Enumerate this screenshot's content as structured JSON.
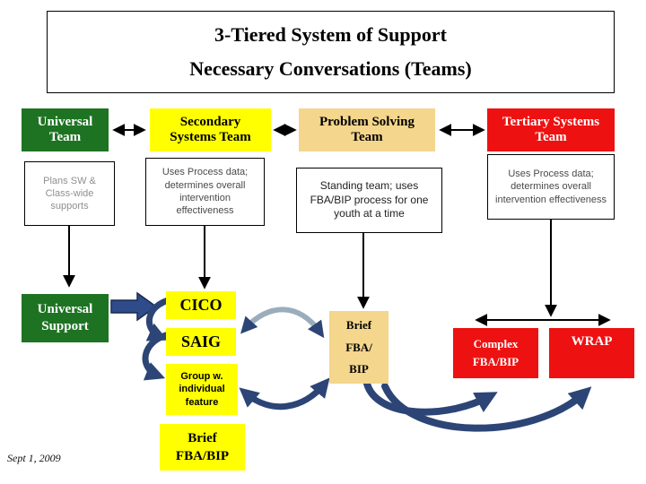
{
  "slide": {
    "title_line1": "3-Tiered System of Support",
    "title_line2": "Necessary Conversations (Teams)",
    "date": "Sept 1, 2009"
  },
  "teams": [
    {
      "label": "Universal Team",
      "desc": "Plans SW & Class-wide supports"
    },
    {
      "label": "Secondary Systems Team",
      "desc": "Uses Process data; determines overall intervention effectiveness"
    },
    {
      "label": "Problem Solving Team",
      "desc": "Standing team; uses FBA/BIP process for one youth at a time"
    },
    {
      "label": "Tertiary Systems Team",
      "desc": "Uses Process data; determines overall intervention effectiveness"
    }
  ],
  "supports": {
    "universal": {
      "label": "Universal Support"
    },
    "cico": {
      "label": "CICO"
    },
    "saig": {
      "label": "SAIG"
    },
    "group": {
      "lines": [
        "Group w.",
        "individual",
        "feature"
      ]
    },
    "brief_yellow": {
      "lines": [
        "Brief",
        "FBA/BIP"
      ]
    },
    "brief_tan": {
      "lines": [
        "Brief",
        "FBA/",
        "BIP"
      ]
    },
    "complex": {
      "lines": [
        "Complex",
        "FBA/BIP"
      ]
    },
    "wrap": {
      "label": "WRAP"
    }
  },
  "colors": {
    "green": "#1e7323",
    "yellow": "#ffff00",
    "tan": "#f4d68c",
    "red": "#ee1111",
    "navy": "#2c4576",
    "royal": "#2e4b8a",
    "steel": "#9badbd"
  }
}
